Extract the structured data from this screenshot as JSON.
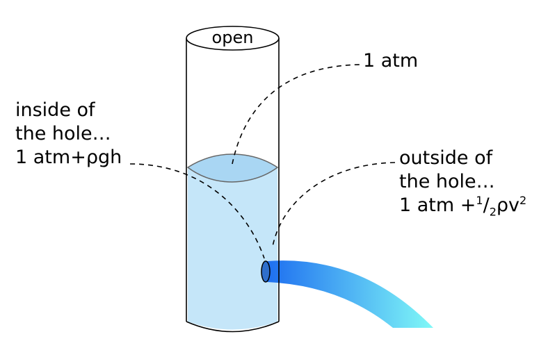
{
  "labels": {
    "open": "open",
    "top_pressure": "1 atm",
    "inside": {
      "line1": "inside of",
      "line2": "the hole…",
      "line3": "1 atm+ρgh"
    },
    "outside": {
      "line1": "outside of",
      "line2": "the hole…",
      "line3_prefix": "1 atm +",
      "line3_num": "1",
      "line3_slash": "/",
      "line3_den": "2",
      "line3_suffix": "ρv",
      "line3_exp": "2"
    }
  },
  "colors": {
    "water": "#c5e6f9",
    "water_surface": "#a9d6f3",
    "outline": "#000000",
    "jet_start": "#1e6ff0",
    "jet_end": "#7ff7f7"
  }
}
